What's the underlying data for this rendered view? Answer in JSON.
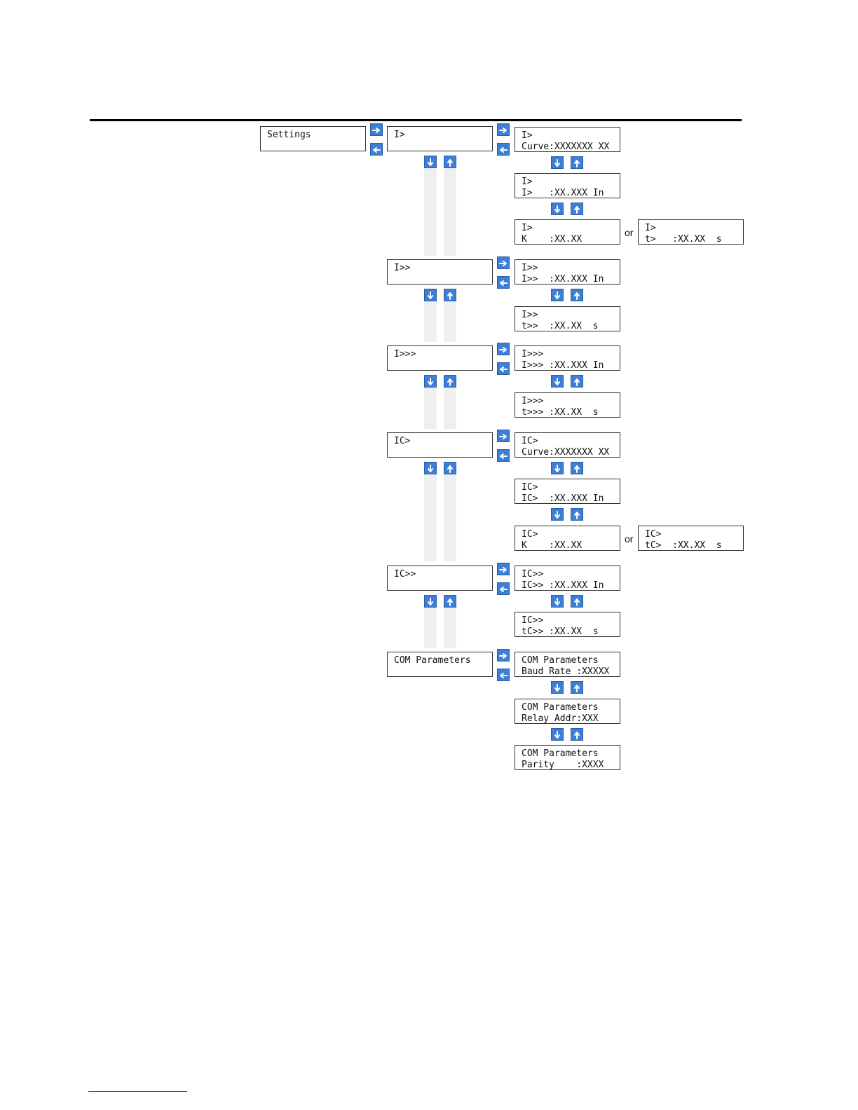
{
  "root": {
    "lines": [
      "Settings",
      ""
    ]
  },
  "or_label": "or",
  "groups": [
    {
      "menu": "I>",
      "screens": [
        [
          "I>",
          "Curve:XXXXXXX XX"
        ],
        [
          "I>",
          "I>   :XX.XXX In"
        ],
        [
          "I>",
          "K    :XX.XX"
        ]
      ],
      "alternate": [
        "I>",
        "t>   :XX.XX  s"
      ]
    },
    {
      "menu": "I>>",
      "screens": [
        [
          "I>>",
          "I>>  :XX.XXX In"
        ],
        [
          "I>>",
          "t>>  :XX.XX  s"
        ]
      ]
    },
    {
      "menu": "I>>>",
      "screens": [
        [
          "I>>>",
          "I>>> :XX.XXX In"
        ],
        [
          "I>>>",
          "t>>> :XX.XX  s"
        ]
      ]
    },
    {
      "menu": "IC>",
      "screens": [
        [
          "IC>",
          "Curve:XXXXXXX XX"
        ],
        [
          "IC>",
          "IC>  :XX.XXX In"
        ],
        [
          "IC>",
          "K    :XX.XX"
        ]
      ],
      "alternate": [
        "IC>",
        "tC>  :XX.XX  s"
      ]
    },
    {
      "menu": "IC>>",
      "screens": [
        [
          "IC>>",
          "IC>> :XX.XXX In"
        ],
        [
          "IC>>",
          "tC>> :XX.XX  s"
        ]
      ]
    },
    {
      "menu": "COM Parameters",
      "screens": [
        [
          "COM Parameters",
          "Baud Rate :XXXXX"
        ],
        [
          "COM Parameters",
          "Relay Addr:XXX"
        ],
        [
          "COM Parameters",
          "Parity    :XXXX"
        ]
      ]
    }
  ]
}
